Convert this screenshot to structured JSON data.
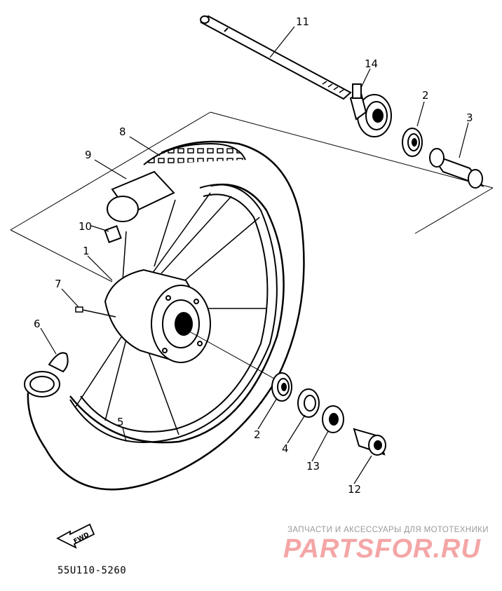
{
  "callouts": [
    {
      "id": "part-11",
      "label": "11"
    },
    {
      "id": "part-14",
      "label": "14"
    },
    {
      "id": "part-2-upper",
      "label": "2"
    },
    {
      "id": "part-3",
      "label": "3"
    },
    {
      "id": "part-8",
      "label": "8"
    },
    {
      "id": "part-9",
      "label": "9"
    },
    {
      "id": "part-10",
      "label": "10"
    },
    {
      "id": "part-1",
      "label": "1"
    },
    {
      "id": "part-7",
      "label": "7"
    },
    {
      "id": "part-6",
      "label": "6"
    },
    {
      "id": "part-5",
      "label": "5"
    },
    {
      "id": "part-2-lower",
      "label": "2"
    },
    {
      "id": "part-4",
      "label": "4"
    },
    {
      "id": "part-13",
      "label": "13"
    },
    {
      "id": "part-12",
      "label": "12"
    }
  ],
  "direction_arrow": {
    "label": "FWD"
  },
  "part_code": "55U110-5260",
  "watermark": {
    "caption": "ЗАПЧАСТИ И АКСЕССУАРЫ ДЛЯ МОТОТЕХНИКИ",
    "logo": "PARTSFOR.RU"
  }
}
